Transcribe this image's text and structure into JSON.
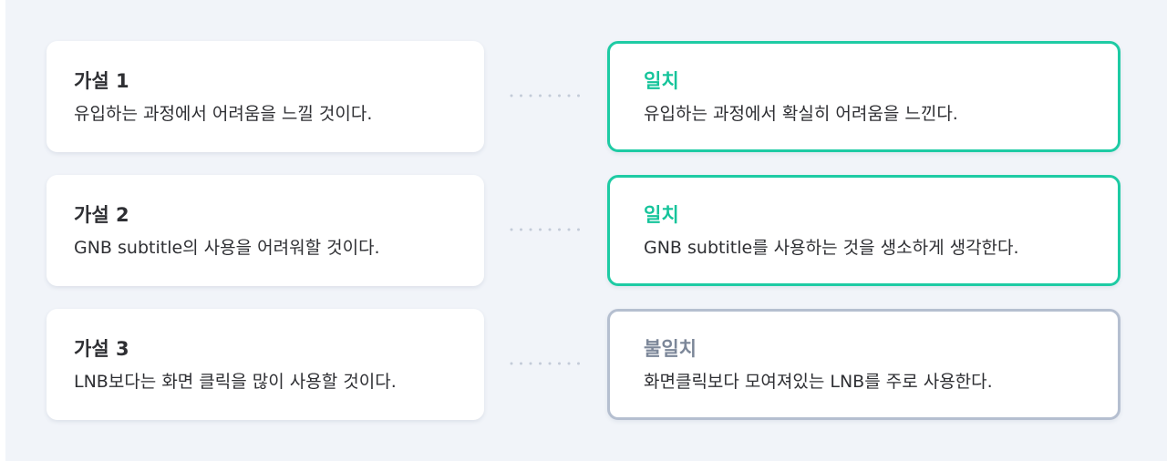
{
  "rows": [
    {
      "hypothesis": {
        "title": "가설 1",
        "text": "유입하는 과정에서 어려움을 느낄 것이다."
      },
      "result": {
        "status": "일치",
        "text": "유입하는 과정에서 확실히 어려움을 느낀다.",
        "matched": true
      }
    },
    {
      "hypothesis": {
        "title": "가설 2",
        "text": "GNB subtitle의 사용을 어려워할 것이다."
      },
      "result": {
        "status": "일치",
        "text": "GNB subtitle를 사용하는 것을 생소하게 생각한다.",
        "matched": true
      }
    },
    {
      "hypothesis": {
        "title": "가설 3",
        "text": "LNB보다는 화면 클릭을 많이 사용할 것이다."
      },
      "result": {
        "status": "불일치",
        "text": "화면클릭보다 모여져있는 LNB를 주로 사용한다.",
        "matched": false
      }
    }
  ],
  "colors": {
    "background": "#f1f4f9",
    "match_accent": "#1ecba4",
    "mismatch_accent": "#b5bfd0",
    "text": "#2e2f33"
  }
}
